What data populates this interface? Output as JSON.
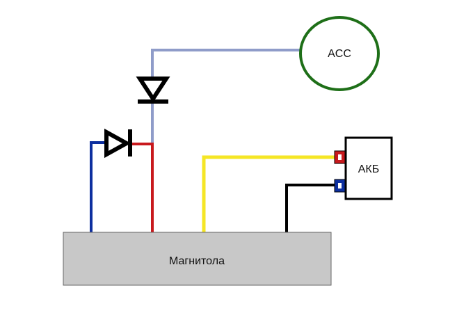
{
  "labels": {
    "acc": "ACC",
    "akb": "АКБ",
    "radio": "Магнитола"
  },
  "colors": {
    "acc_wire": "#8f9cc9",
    "red_wire": "#c8191d",
    "blue_wire": "#0d2f9f",
    "yellow_wire": "#f5e625",
    "black_wire": "#000000",
    "acc_circle": "#1e6f18",
    "radio_fill": "#c8c8c8",
    "diode": "#000000"
  }
}
